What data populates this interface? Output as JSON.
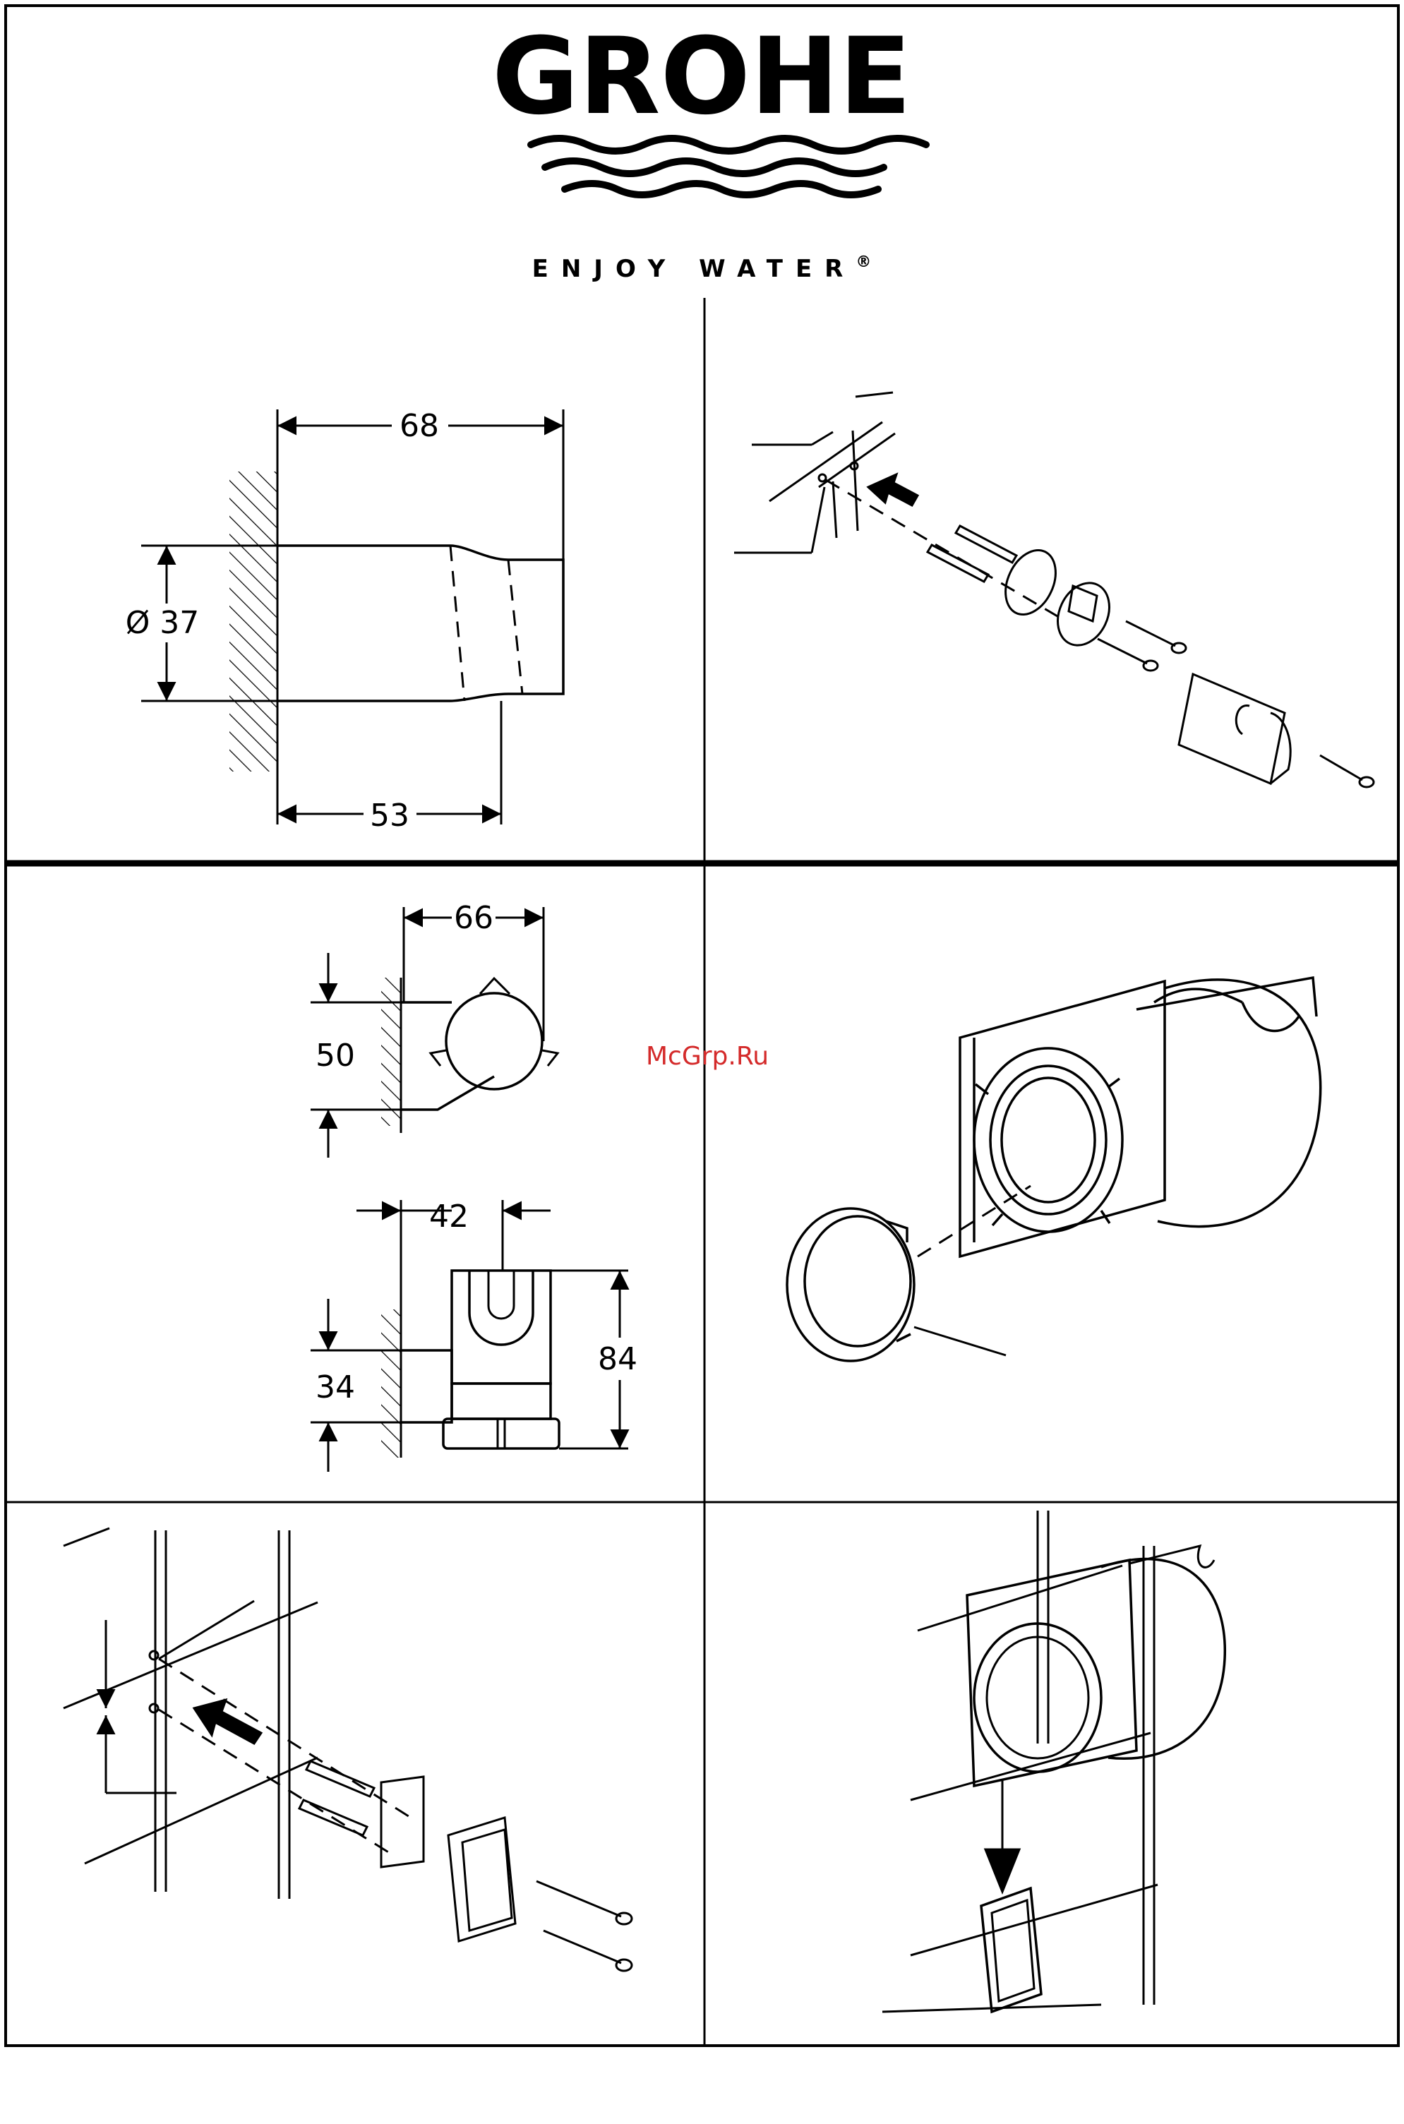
{
  "brand": {
    "name": "GROHE",
    "tagline": "ENJOY WATER",
    "registered": "®"
  },
  "watermark": "McGrp.Ru",
  "colors": {
    "ink": "#000000",
    "paper": "#ffffff",
    "watermark": "#d42a2a"
  },
  "panels": [
    {
      "id": "dimensions-side",
      "dims": [
        "68",
        "Ø 37",
        "53"
      ]
    },
    {
      "id": "install-wall-mount",
      "dims": []
    },
    {
      "id": "dimensions-alt",
      "dims": [
        "66",
        "50",
        "42",
        "34",
        "84"
      ]
    },
    {
      "id": "cap-fitting",
      "dims": []
    },
    {
      "id": "install-tile-bracket",
      "dims": []
    },
    {
      "id": "holder-slide-on",
      "dims": []
    }
  ],
  "dims": {
    "width_68": "68",
    "diameter_37": "Ø 37",
    "depth_53": "53",
    "width_66": "66",
    "height_50": "50",
    "width_42": "42",
    "height_34": "34",
    "height_84": "84"
  }
}
